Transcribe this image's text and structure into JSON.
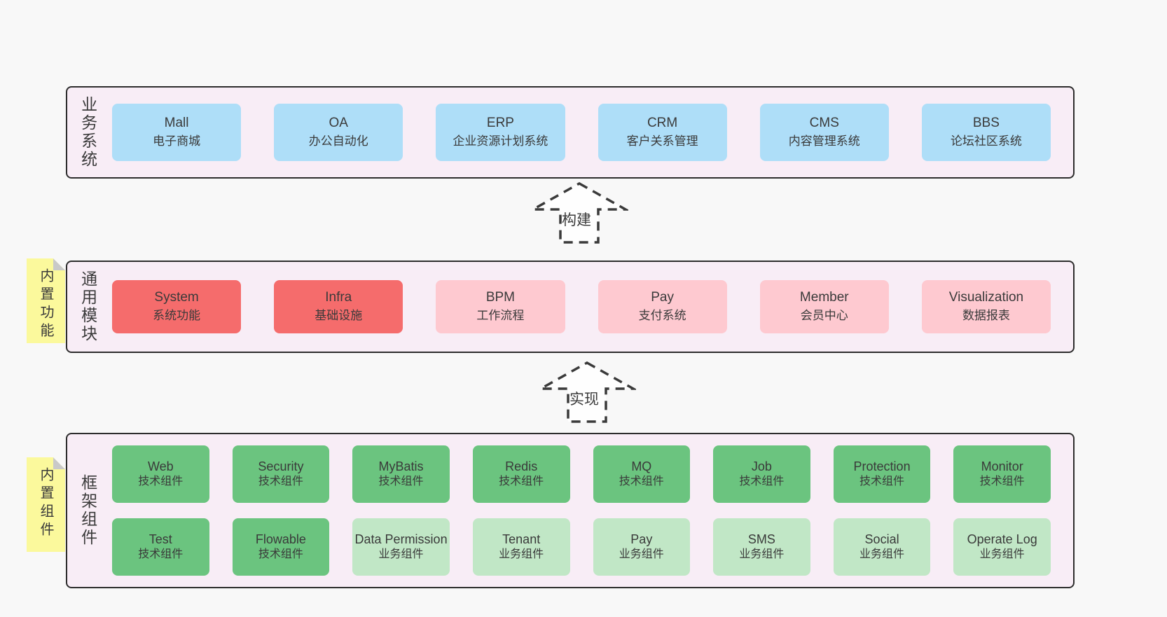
{
  "palette": {
    "page_bg": "#f8f8f8",
    "panel_bg": "#f8edf6",
    "panel_border": "#2d2d2d",
    "blue": "#aedef8",
    "red": "#f56c6c",
    "pink": "#fec9d0",
    "green": "#6bc47f",
    "light_green": "#c1e7c6",
    "sticky_yellow": "#fbf99c",
    "sticky_fold": "#c9c9c9",
    "text": "#3a3a3a"
  },
  "diagram": {
    "arrows": [
      {
        "label": "构建"
      },
      {
        "label": "实现"
      }
    ],
    "layers": [
      {
        "side_label": "业务系统",
        "boxes": [
          {
            "title": "Mall",
            "subtitle": "电子商城",
            "variant": "blue"
          },
          {
            "title": "OA",
            "subtitle": "办公自动化",
            "variant": "blue"
          },
          {
            "title": "ERP",
            "subtitle": "企业资源计划系统",
            "variant": "blue"
          },
          {
            "title": "CRM",
            "subtitle": "客户关系管理",
            "variant": "blue"
          },
          {
            "title": "CMS",
            "subtitle": "内容管理系统",
            "variant": "blue"
          },
          {
            "title": "BBS",
            "subtitle": "论坛社区系统",
            "variant": "blue"
          }
        ]
      },
      {
        "side_label": "通用模块",
        "sticky_note": "内置功能",
        "boxes": [
          {
            "title": "System",
            "subtitle": "系统功能",
            "variant": "red"
          },
          {
            "title": "Infra",
            "subtitle": "基础设施",
            "variant": "red"
          },
          {
            "title": "BPM",
            "subtitle": "工作流程",
            "variant": "pink"
          },
          {
            "title": "Pay",
            "subtitle": "支付系统",
            "variant": "pink"
          },
          {
            "title": "Member",
            "subtitle": "会员中心",
            "variant": "pink"
          },
          {
            "title": "Visualization",
            "subtitle": "数据报表",
            "variant": "pink"
          }
        ]
      },
      {
        "side_label": "框架组件",
        "sticky_note": "内置组件",
        "boxes": [
          {
            "title": "Web",
            "subtitle": "技术组件",
            "variant": "green"
          },
          {
            "title": "Security",
            "subtitle": "技术组件",
            "variant": "green"
          },
          {
            "title": "MyBatis",
            "subtitle": "技术组件",
            "variant": "green"
          },
          {
            "title": "Redis",
            "subtitle": "技术组件",
            "variant": "green"
          },
          {
            "title": "MQ",
            "subtitle": "技术组件",
            "variant": "green"
          },
          {
            "title": "Job",
            "subtitle": "技术组件",
            "variant": "green"
          },
          {
            "title": "Protection",
            "subtitle": "技术组件",
            "variant": "green"
          },
          {
            "title": "Monitor",
            "subtitle": "技术组件",
            "variant": "green"
          },
          {
            "title": "Test",
            "subtitle": "技术组件",
            "variant": "green"
          },
          {
            "title": "Flowable",
            "subtitle": "技术组件",
            "variant": "green"
          },
          {
            "title": "Data Permission",
            "subtitle": "业务组件",
            "variant": "lightgreen"
          },
          {
            "title": "Tenant",
            "subtitle": "业务组件",
            "variant": "lightgreen"
          },
          {
            "title": "Pay",
            "subtitle": "业务组件",
            "variant": "lightgreen"
          },
          {
            "title": "SMS",
            "subtitle": "业务组件",
            "variant": "lightgreen"
          },
          {
            "title": "Social",
            "subtitle": "业务组件",
            "variant": "lightgreen"
          },
          {
            "title": "Operate Log",
            "subtitle": "业务组件",
            "variant": "lightgreen"
          }
        ]
      }
    ]
  }
}
